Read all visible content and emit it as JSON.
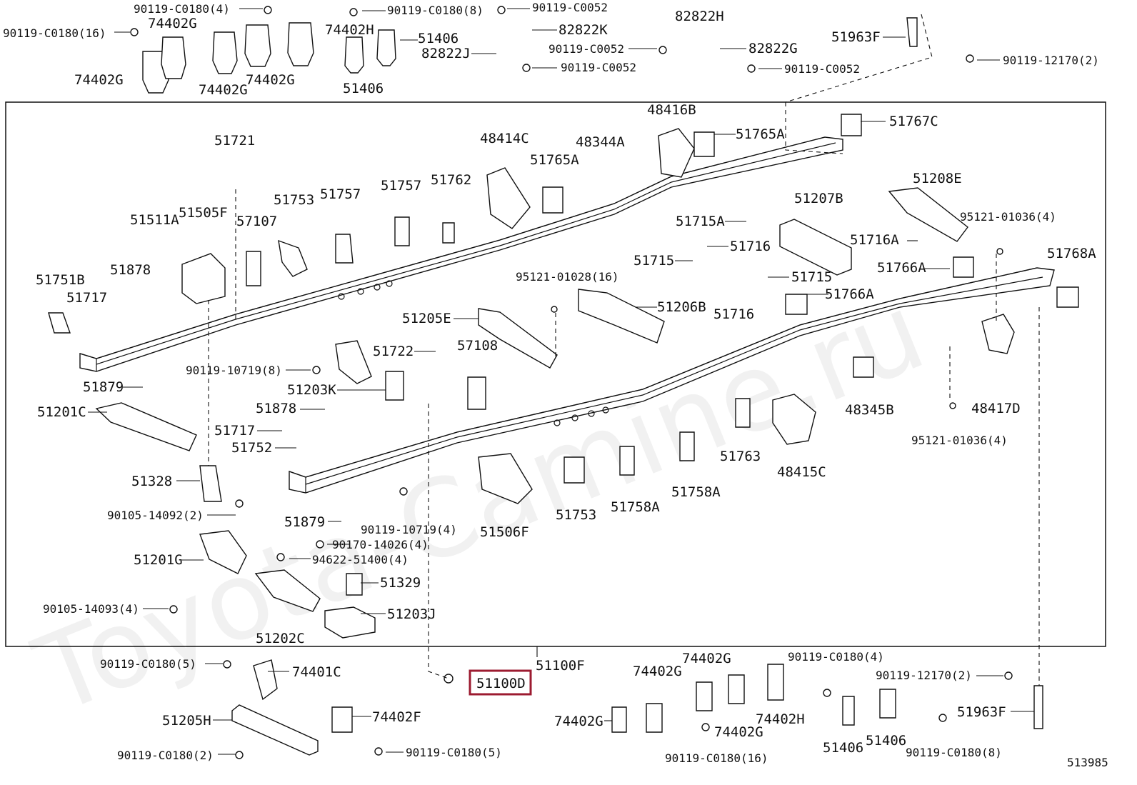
{
  "diagram": {
    "watermark": "Toyota-Camine.ru",
    "figure_number": "513985",
    "highlighted": "51100D",
    "labels": {
      "l1": "90119-C0180(16)",
      "l2": "90119-C0180(4)",
      "l3": "74402G",
      "l4": "74402G",
      "l5": "74402G",
      "l6": "74402G",
      "l7": "74402H",
      "l8": "90119-C0180(8)",
      "l9": "51406",
      "l10": "51406",
      "l11": "90119-C0052",
      "l12": "82822K",
      "l13": "82822J",
      "l14": "90119-C0052",
      "l15": "82822H",
      "l16": "90119-C0052",
      "l17": "82822G",
      "l18": "90119-C0052",
      "l19": "51963F",
      "l20": "90119-12170(2)",
      "l21": "48416B",
      "l22": "51765A",
      "l23": "51767C",
      "l24": "51721",
      "l25": "48414C",
      "l26": "48344A",
      "l27": "51765A",
      "l28": "51757",
      "l29": "51762",
      "l30": "51753",
      "l31": "51757",
      "l32": "51208E",
      "l33": "51207B",
      "l34": "95121-01036(4)",
      "l35": "51511A",
      "l36": "51505F",
      "l37": "57107",
      "l38": "51715A",
      "l39": "51716A",
      "l40": "51716",
      "l41": "51715",
      "l42": "51768A",
      "l43": "51766A",
      "l44": "51878",
      "l45": "51751B",
      "l46": "95121-01028(16)",
      "l47": "51715",
      "l48": "51717",
      "l49": "51766A",
      "l50": "51206B",
      "l51": "51716",
      "l52": "51205E",
      "l53": "51722",
      "l54": "57108",
      "l55": "90119-10719(8)",
      "l56": "51879",
      "l57": "51203K",
      "l58": "48345B",
      "l59": "48417D",
      "l60": "51201C",
      "l61": "51878",
      "l62": "51717",
      "l63": "51752",
      "l64": "95121-01036(4)",
      "l65": "51763",
      "l66": "51758A",
      "l67": "48415C",
      "l68": "51328",
      "l69": "51758A",
      "l70": "90105-14092(2)",
      "l71": "51753",
      "l72": "51879",
      "l73": "51506F",
      "l74": "90119-10719(4)",
      "l75": "90170-14026(4)",
      "l76": "94622-51400(4)",
      "l77": "51201G",
      "l78": "51329",
      "l79": "51203J",
      "l80": "90105-14093(4)",
      "l81": "51202C",
      "l82": "90119-C0180(5)",
      "l83": "74401C",
      "l84": "51100F",
      "l85": "51100D",
      "l86": "74402G",
      "l87": "74402G",
      "l88": "90119-C0180(4)",
      "l89": "90119-12170(2)",
      "l90": "51205H",
      "l91": "74402F",
      "l92": "74402G",
      "l93": "74402H",
      "l94": "74402G",
      "l95": "51963F",
      "l96": "51406",
      "l97": "51406",
      "l98": "90119-C0180(2)",
      "l99": "90119-C0180(5)",
      "l100": "90119-C0180(16)",
      "l101": "90119-C0180(8)"
    }
  }
}
